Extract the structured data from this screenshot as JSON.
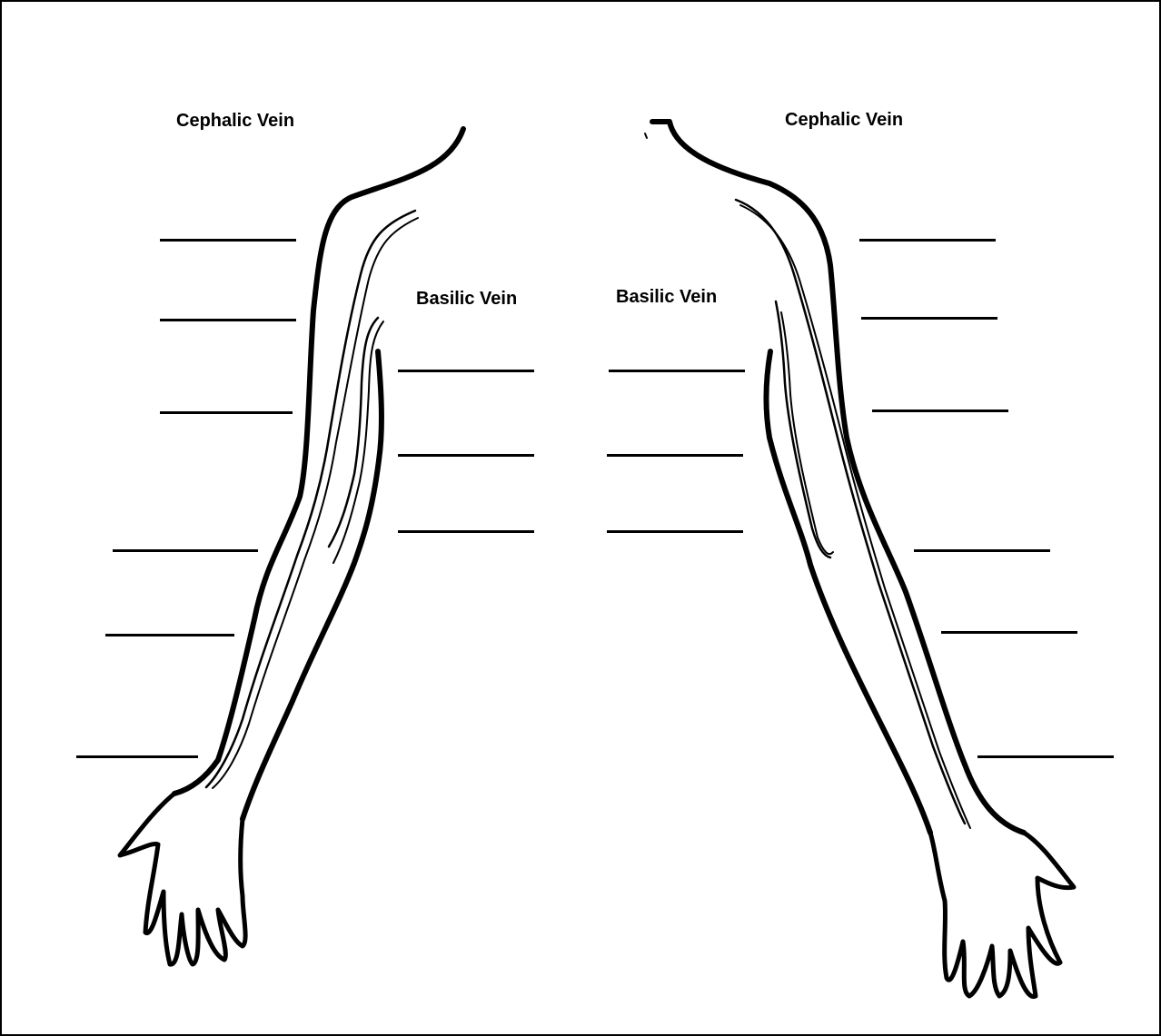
{
  "labels": {
    "left_cephalic": "Cephalic Vein",
    "right_cephalic": "Cephalic Vein",
    "left_basilic": "Basilic Vein",
    "right_basilic": "Basilic Vein"
  },
  "colors": {
    "ink": "#000000",
    "background": "#ffffff"
  }
}
